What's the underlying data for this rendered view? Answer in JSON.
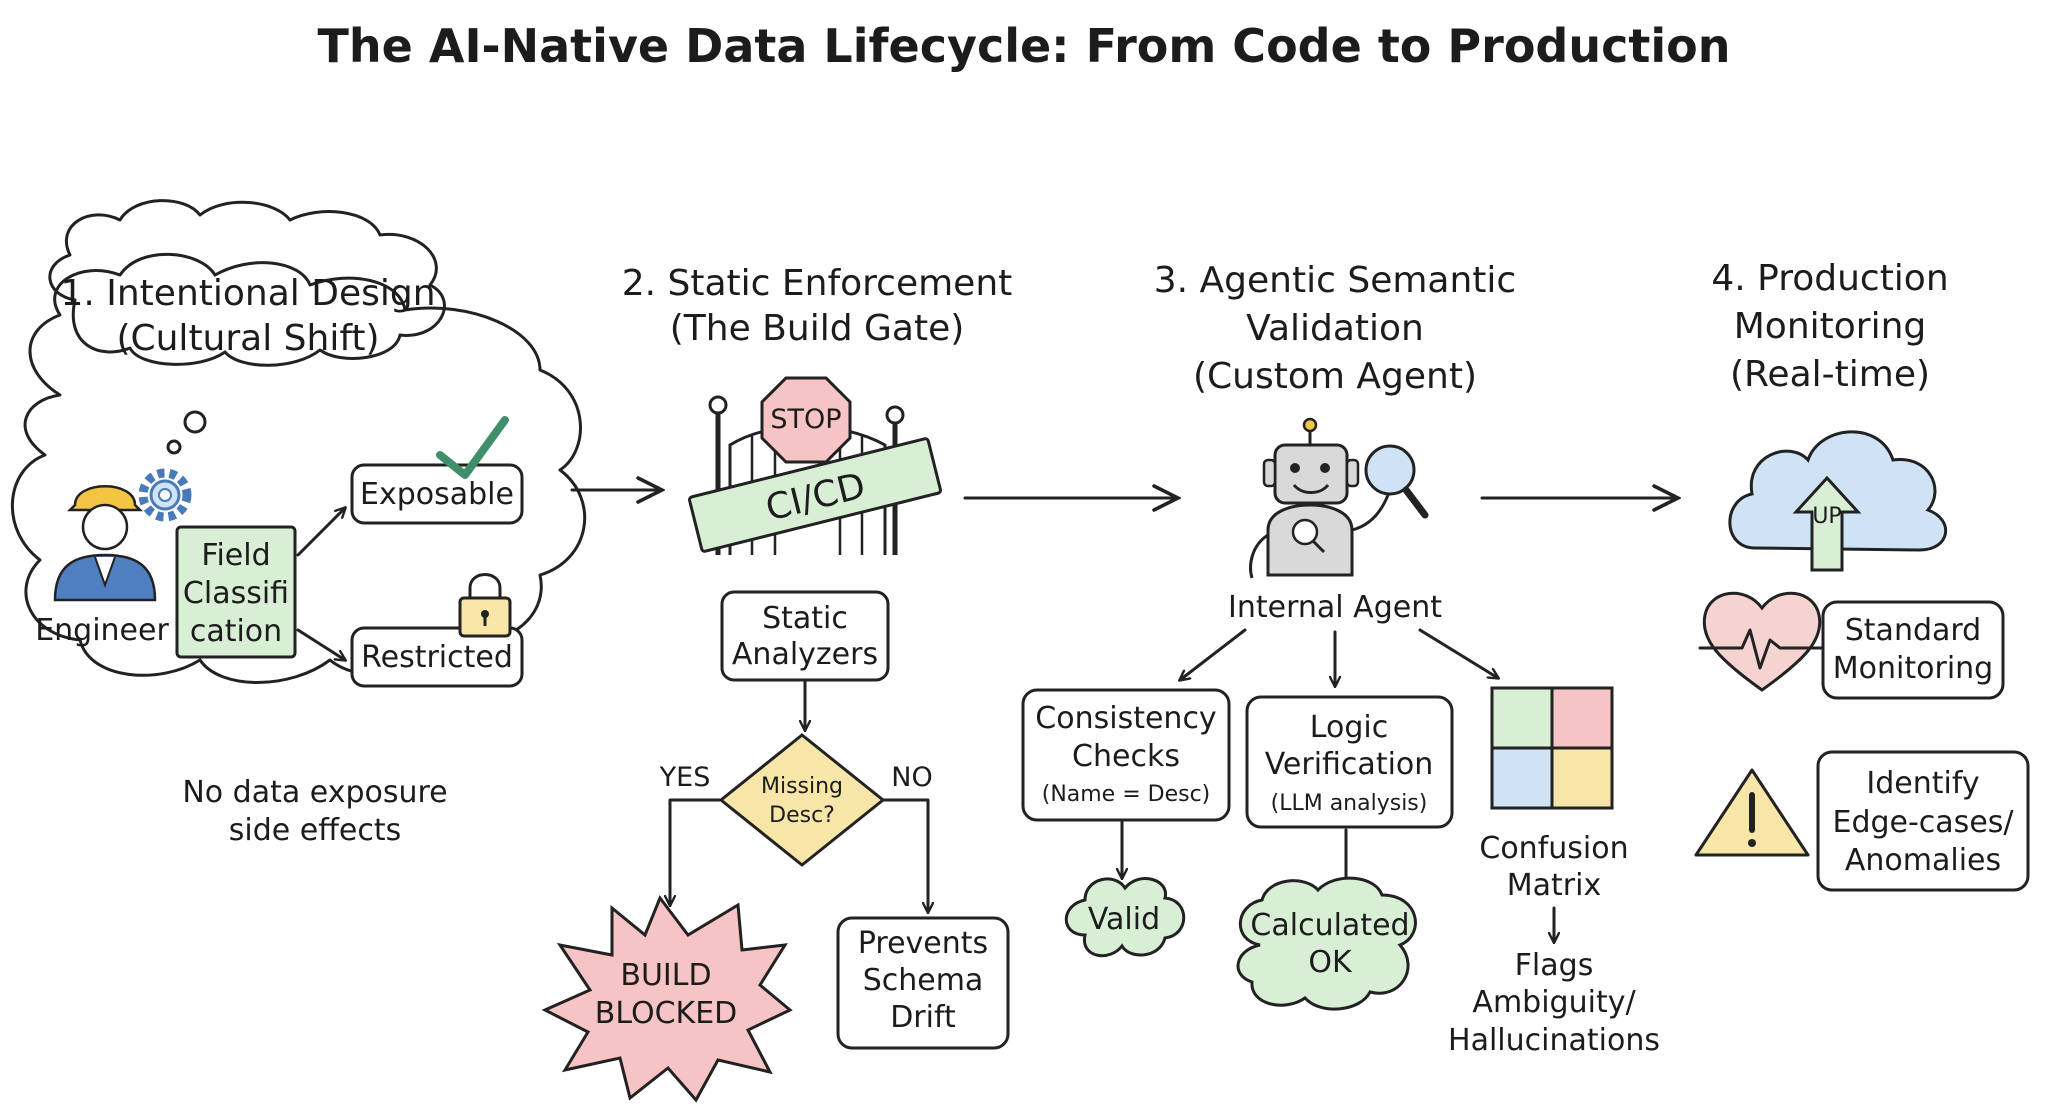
{
  "title": "The AI-Native Data Lifecycle: From Code to Production",
  "stage1": {
    "heading_line1": "1. Intentional Design",
    "heading_line2": "(Cultural Shift)",
    "engineer_label": "Engineer",
    "classification_label": [
      "Field",
      "Classifi",
      "cation"
    ],
    "exposable_label": "Exposable",
    "restricted_label": "Restricted",
    "note": [
      "No data exposure",
      "side effects"
    ]
  },
  "stage2": {
    "heading_line1": "2. Static Enforcement",
    "heading_line2": "(The Build Gate)",
    "stop_sign": "STOP",
    "gate_banner": "CI/CD",
    "analyzers_label": [
      "Static",
      "Analyzers"
    ],
    "decision_label": [
      "Missing",
      "Desc?"
    ],
    "yes_label": "YES",
    "no_label": "NO",
    "blocked_label": [
      "BUILD",
      "BLOCKED"
    ],
    "prevents_label": [
      "Prevents",
      "Schema",
      "Drift"
    ]
  },
  "stage3": {
    "heading_line1": "3. Agentic Semantic",
    "heading_line2": "Validation",
    "heading_line3": "(Custom Agent)",
    "agent_label": "Internal Agent",
    "consistency_label": [
      "Consistency",
      "Checks",
      "(Name = Desc)"
    ],
    "logic_label": [
      "Logic",
      "Verification",
      "(LLM analysis)"
    ],
    "valid_label": "Valid",
    "calculated_label": [
      "Calculated",
      "OK"
    ],
    "confusion_label": [
      "Confusion",
      "Matrix"
    ],
    "flags_label": [
      "Flags",
      "Ambiguity/",
      "Hallucinations"
    ]
  },
  "stage4": {
    "heading_line1": "4. Production",
    "heading_line2": "Monitoring",
    "heading_line3": "(Real-time)",
    "cloud_label": "UP",
    "standard_label": [
      "Standard",
      "Monitoring"
    ],
    "identify_label": [
      "Identify",
      "Edge-cases/",
      "Anomalies"
    ]
  },
  "colors": {
    "ink": "#222222",
    "green": "#d8efd6",
    "green_check": "#3f8f6a",
    "red": "#f6c4c4",
    "pink": "#f4d3d0",
    "yellow": "#f8e6a8",
    "blue": "#cfe3f5",
    "gear_blue": "#4a79b8"
  }
}
